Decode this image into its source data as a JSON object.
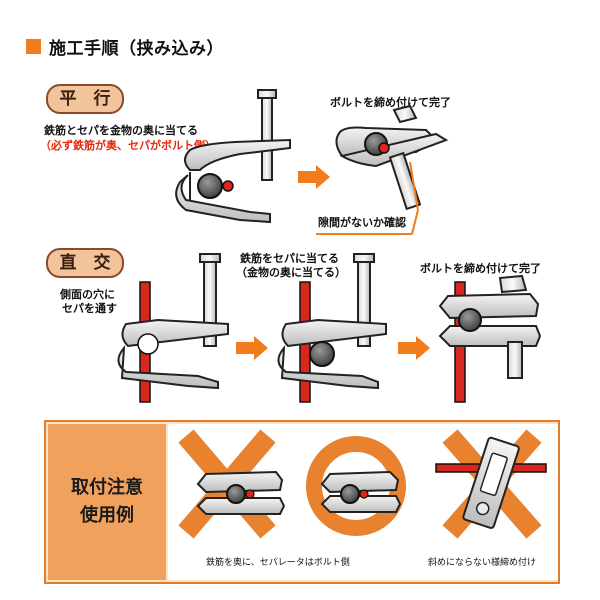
{
  "title": "施工手順（挟み込み）",
  "parallel": {
    "badge": "平　行",
    "step1_line1": "鉄筋とセパを金物の奥に当てる",
    "step1_line2": "（必ず鉄筋が奥、セパがボルト側）",
    "done_label": "ボルトを締め付けて完了",
    "check_label": "隙間がないか確認"
  },
  "orthogonal": {
    "badge": "直　交",
    "step1_line1": "側面の穴に",
    "step1_line2": "セパを通す",
    "step2_line1": "鉄筋をセパに当てる",
    "step2_line2": "（金物の奥に当てる）",
    "done_label": "ボルトを締め付けて完了"
  },
  "caution": {
    "label": "取付注意\n使用例",
    "caption1": "鉄筋を奥に、セパレータはボルト側",
    "caption2": "斜めにならない様締め付け"
  },
  "colors": {
    "accent": "#f07c1c",
    "rebar_red": "#d8271c",
    "panel_bg": "#fbe3c8",
    "panel_label_bg": "#f0a25c",
    "badge_bg": "#f2c49b"
  }
}
